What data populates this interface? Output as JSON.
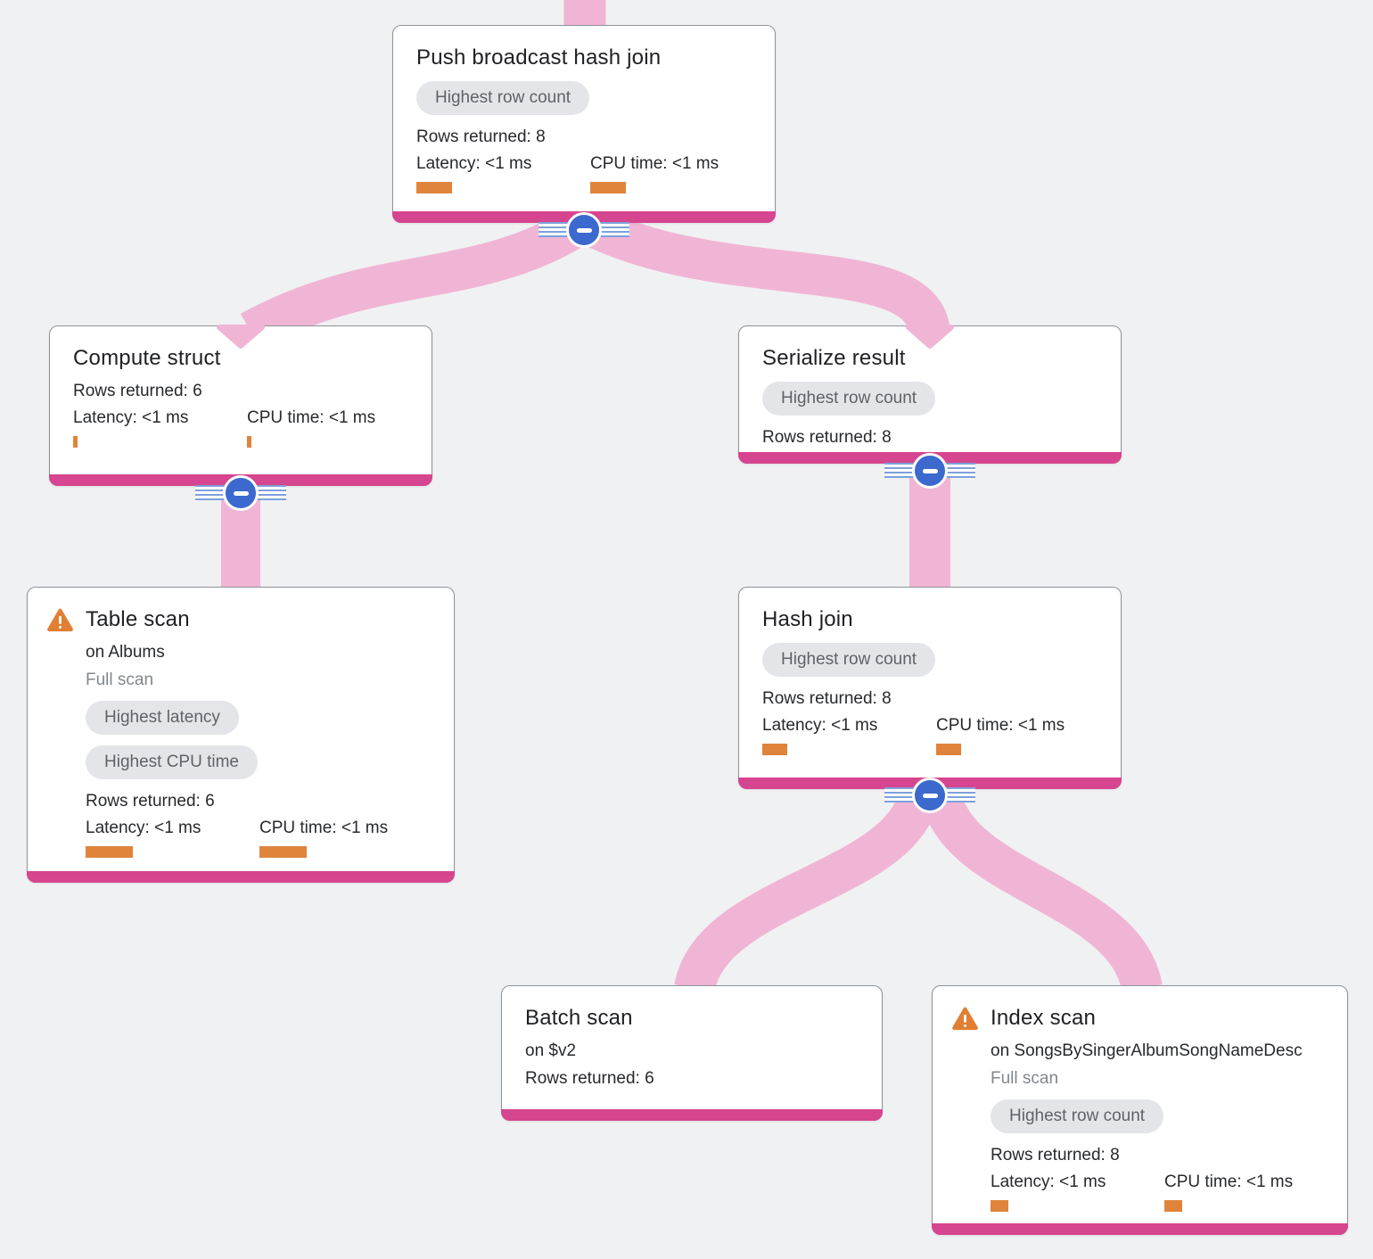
{
  "diagram_type": "query-execution-plan",
  "colors": {
    "background": "#f0f1f2",
    "edge_pink": "#f0b5d5",
    "node_bottom_bar": "#d6458f",
    "metric_bar_orange": "#e0843c",
    "warning_orange": "#e07f33",
    "chip_background": "#e4e5e8",
    "chip_text": "#5f6368",
    "collapse_blue": "#3b69ce",
    "rail_blue": "#7da0dc",
    "title_text": "#202124",
    "muted_text": "#82878d"
  },
  "connector": {
    "icon": "minus"
  },
  "nodes": {
    "root": {
      "title": "Push broadcast hash join",
      "badge": "Highest row count",
      "rows": "Rows returned: 8",
      "latency_label": "Latency: <1 ms",
      "latency_bar": "40px",
      "cpu_label": "CPU time: <1 ms",
      "cpu_bar": "40px"
    },
    "compute_struct": {
      "title": "Compute struct",
      "rows": "Rows returned: 6",
      "latency_label": "Latency: <1 ms",
      "latency_bar": "5px",
      "cpu_label": "CPU time: <1 ms",
      "cpu_bar": "5px"
    },
    "serialize_result": {
      "title": "Serialize result",
      "badge": "Highest row count",
      "rows": "Rows returned: 8"
    },
    "table_scan": {
      "title": "Table scan",
      "target": "on Albums",
      "scan_type": "Full scan",
      "badge_latency": "Highest latency",
      "badge_cpu": "Highest CPU time",
      "rows": "Rows returned: 6",
      "latency_label": "Latency: <1 ms",
      "latency_bar": "53px",
      "cpu_label": "CPU time: <1 ms",
      "cpu_bar": "53px"
    },
    "hash_join": {
      "title": "Hash join",
      "badge": "Highest row count",
      "rows": "Rows returned: 8",
      "latency_label": "Latency: <1 ms",
      "latency_bar": "28px",
      "cpu_label": "CPU time: <1 ms",
      "cpu_bar": "28px"
    },
    "batch_scan": {
      "title": "Batch scan",
      "target": "on $v2",
      "rows": "Rows returned: 6"
    },
    "index_scan": {
      "title": "Index scan",
      "target": "on SongsBySingerAlbumSongNameDesc",
      "scan_type": "Full scan",
      "badge": "Highest row count",
      "rows": "Rows returned: 8",
      "latency_label": "Latency: <1 ms",
      "latency_bar": "20px",
      "cpu_label": "CPU time: <1 ms",
      "cpu_bar": "20px"
    }
  }
}
